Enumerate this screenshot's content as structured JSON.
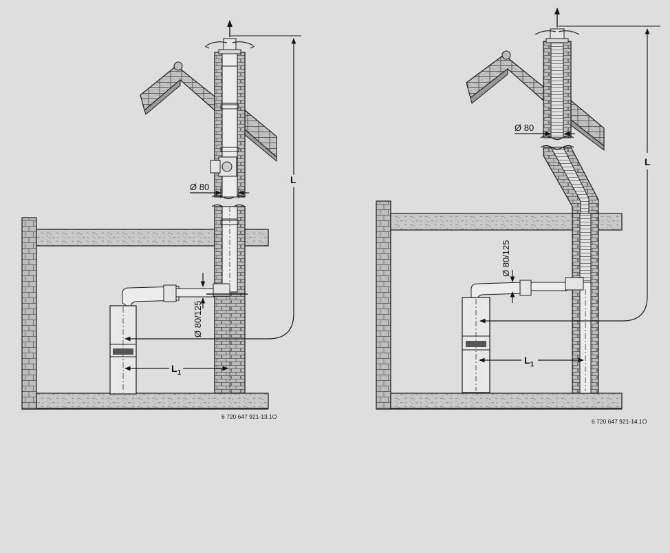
{
  "figures": [
    {
      "dim_length": "L",
      "dim_length_offset": "L",
      "dim_length_offset_sub": "1",
      "dim_diameter_shaft": "Ø 80",
      "dim_diameter_connector": "Ø 80/125",
      "figure_code": "6 720 647 921-13.1O"
    },
    {
      "dim_length": "L",
      "dim_length_offset": "L",
      "dim_length_offset_sub": "1",
      "dim_diameter_shaft": "Ø 80",
      "dim_diameter_connector": "Ø 80/125",
      "figure_code": "6 720 647 921-14.1O"
    }
  ],
  "colors": {
    "background": "#dedede",
    "brick": "#b9b9b9",
    "concrete": "#c6c6c6",
    "line": "#1a1a1a",
    "pipe": "#ececec",
    "boiler": "#e6e6e6",
    "display": "#555555"
  }
}
